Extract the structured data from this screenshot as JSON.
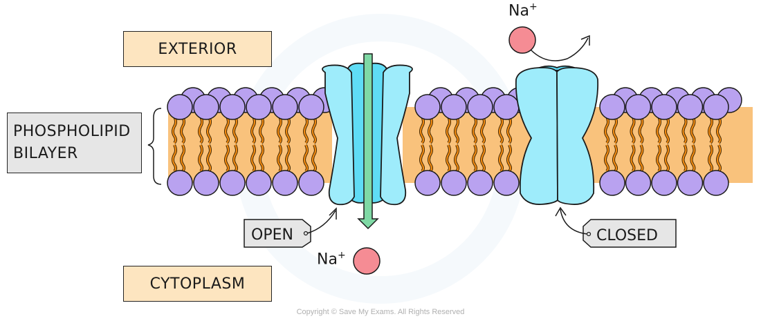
{
  "labels": {
    "exterior": "EXTERIOR",
    "cytoplasm": "CYTOPLASM",
    "bilayer_line1": "PHOSPHOLIPID",
    "bilayer_line2": "BILAYER",
    "open_tag": "OPEN",
    "closed_tag": "CLOSED",
    "ion_top": "Na",
    "ion_top_charge": "+",
    "ion_bottom": "Na",
    "ion_bottom_charge": "+"
  },
  "channels": [
    {
      "name": "open-channel",
      "state": "open"
    },
    {
      "name": "closed-channel",
      "state": "closed"
    }
  ],
  "colors": {
    "lipid_head": "#b9a2f0",
    "lipid_core": "#f9c27c",
    "lipid_tail": "#f08a12",
    "protein_outer": "#9eecfb",
    "protein_inner": "#5fdcf5",
    "arrow": "#7fd9a5",
    "ion": "#f58c94",
    "peach_label": "#fde5c0",
    "grey_label": "#e6e6e6"
  },
  "footer": {
    "copyright": "Copyright © Save My Exams. All Rights Reserved"
  }
}
